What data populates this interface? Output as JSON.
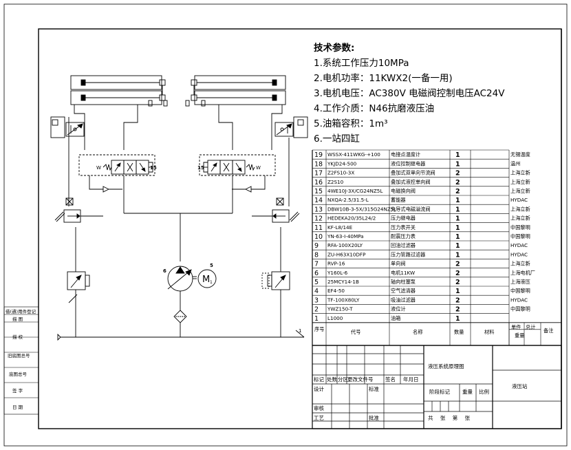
{
  "tech_params": {
    "heading": "技术参数:",
    "items": [
      "1.系统工作压力10MPa",
      "2.电机功率：11KWX2(一备一用)",
      "3.电机电压：AC380V 电磁阀控制电压AC24V",
      "4.工作介质：N46抗磨液压油",
      "5.油箱容积：1m³",
      "6.一站四缸"
    ]
  },
  "bom": {
    "rows": [
      {
        "no": "19",
        "code": "WSSX-411WKG-+100",
        "name": "电接点温度计",
        "qty": "1",
        "remark": "无锡温度"
      },
      {
        "no": "18",
        "code": "YKJD24-500",
        "name": "液位控制继电器",
        "qty": "1",
        "remark": "温州"
      },
      {
        "no": "17",
        "code": "Z2FS10-3X",
        "name": "叠加式双单向节流阀",
        "qty": "2",
        "remark": "上海立新"
      },
      {
        "no": "16",
        "code": "Z2S10",
        "name": "叠加式液控单向阀",
        "qty": "2",
        "remark": "上海立新"
      },
      {
        "no": "15",
        "code": "4WE10J-3X/CG24NZ5L",
        "name": "电磁换向阀",
        "qty": "2",
        "remark": "上海立新"
      },
      {
        "no": "14",
        "code": "NXQA-2.5/31.5-L",
        "name": "蓄能器",
        "qty": "1",
        "remark": "HYDAC"
      },
      {
        "no": "13",
        "code": "DBW10B-3-5X/315G24NZ5L",
        "name": "先导式电磁溢流阀",
        "qty": "1",
        "remark": "上海立新"
      },
      {
        "no": "12",
        "code": "HEDEKA20/35L24/2",
        "name": "压力继电器",
        "qty": "1",
        "remark": "上海立新"
      },
      {
        "no": "11",
        "code": "KF-L8/14E",
        "name": "压力表开关",
        "qty": "1",
        "remark": "中国黎明"
      },
      {
        "no": "10",
        "code": "YN-63-I-40MPa",
        "name": "耐震压力表",
        "qty": "1",
        "remark": "中国黎明"
      },
      {
        "no": "9",
        "code": "RFA-100X20LY",
        "name": "回油过滤器",
        "qty": "1",
        "remark": "HYDAC"
      },
      {
        "no": "8",
        "code": "ZU-H63X10DFP",
        "name": "压力管路过滤器",
        "qty": "1",
        "remark": "HYDAC"
      },
      {
        "no": "7",
        "code": "RVP-16",
        "name": "单向阀",
        "qty": "2",
        "remark": "上海立新"
      },
      {
        "no": "6",
        "code": "Y160L-6",
        "name": "电机11KW",
        "qty": "2",
        "remark": "上海电机厂"
      },
      {
        "no": "5",
        "code": "25MCY14-1B",
        "name": "轴向柱塞泵",
        "qty": "2",
        "remark": "上海液压"
      },
      {
        "no": "4",
        "code": "EF4-50",
        "name": "空气滤清器",
        "qty": "1",
        "remark": "中国黎明"
      },
      {
        "no": "3",
        "code": "TF-100X80LY",
        "name": "吸油过滤器",
        "qty": "2",
        "remark": "HYDAC"
      },
      {
        "no": "2",
        "code": "YWZ150-T",
        "name": "液位计",
        "qty": "2",
        "remark": "中国黎明"
      },
      {
        "no": "1",
        "code": "L1000",
        "name": "油箱",
        "qty": "1",
        "remark": ""
      }
    ],
    "header": {
      "no": "序号",
      "code": "代号",
      "name": "名称",
      "qty": "数量",
      "material": "材料",
      "unit_weight": "单件",
      "total_weight": "总计",
      "remark": "备注",
      "weight": "重量"
    }
  },
  "title_block": {
    "drawing_title": "液压系统原理图",
    "product": "液压站",
    "labels": {
      "mark": "标记",
      "count": "处数",
      "zone": "分区",
      "doc_no": "更改文件号",
      "sign": "签名",
      "date": "年月日",
      "design": "设计",
      "standard": "标准",
      "stage_mark": "阶段标记",
      "weight": "重量",
      "scale": "比例",
      "review": "审核",
      "process": "工艺",
      "approve": "批准",
      "total_sheets": "共 张 第 张"
    }
  },
  "side_column": {
    "items": [
      "借(通)用件登记",
      "描 图",
      "描 校",
      "旧底图总号",
      "底图总号",
      "签 字",
      "日 期"
    ]
  },
  "diagram_labels": {
    "valve_left": "15",
    "valve_right": "15",
    "pump": "6",
    "motor": "5",
    "motor_symbol": "M",
    "motor_sub": "1",
    "tank": "1",
    "w": "W"
  }
}
